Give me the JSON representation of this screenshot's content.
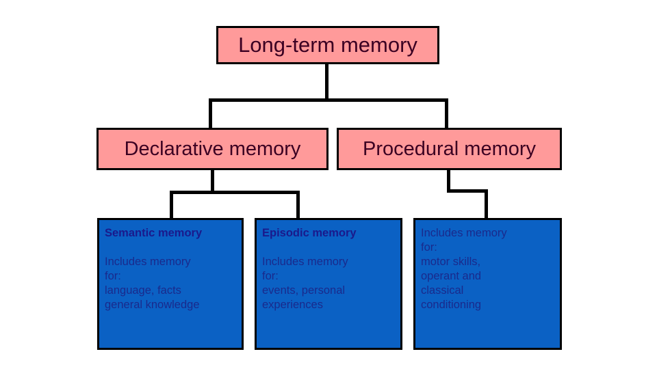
{
  "diagram": {
    "title_text": "Long-term memory",
    "colors": {
      "pink_fill": "#FF9A9A",
      "blue_fill": "#0B61C4",
      "border": "#000000",
      "pink_text": "#3B0022",
      "blue_text": "#1A2A8C",
      "background": "#FFFFFF"
    },
    "root": {
      "label": "Long-term memory"
    },
    "level2": [
      {
        "label": "Declarative memory"
      },
      {
        "label": "Procedural memory"
      }
    ],
    "level3": [
      {
        "title": "Semantic memory",
        "body": "Includes memory\nfor:\nlanguage, facts\ngeneral knowledge"
      },
      {
        "title": "Episodic memory",
        "body": "Includes memory\nfor:\nevents, personal\nexperiences"
      },
      {
        "title": "",
        "body": "Includes memory\nfor:\nmotor skills,\noperant and\nclassical\nconditioning"
      }
    ]
  }
}
